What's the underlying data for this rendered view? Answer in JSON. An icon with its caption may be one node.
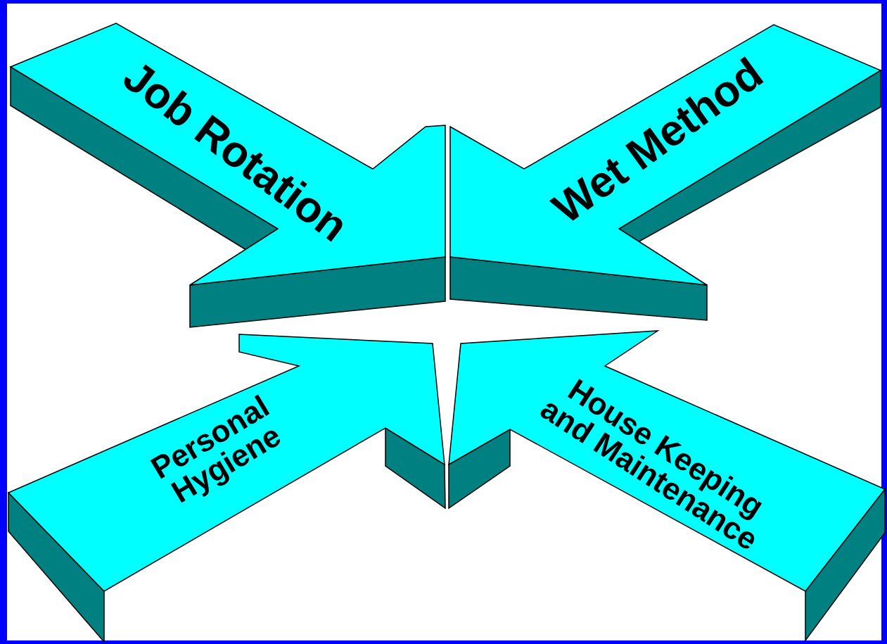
{
  "diagram": {
    "nodes": [
      {
        "text": [
          "Job Rotation"
        ]
      },
      {
        "text": [
          "Wet Method"
        ]
      },
      {
        "text": [
          "Personal Hygiene"
        ]
      },
      {
        "text": [
          "House Keeping and Maintenance"
        ]
      }
    ]
  }
}
